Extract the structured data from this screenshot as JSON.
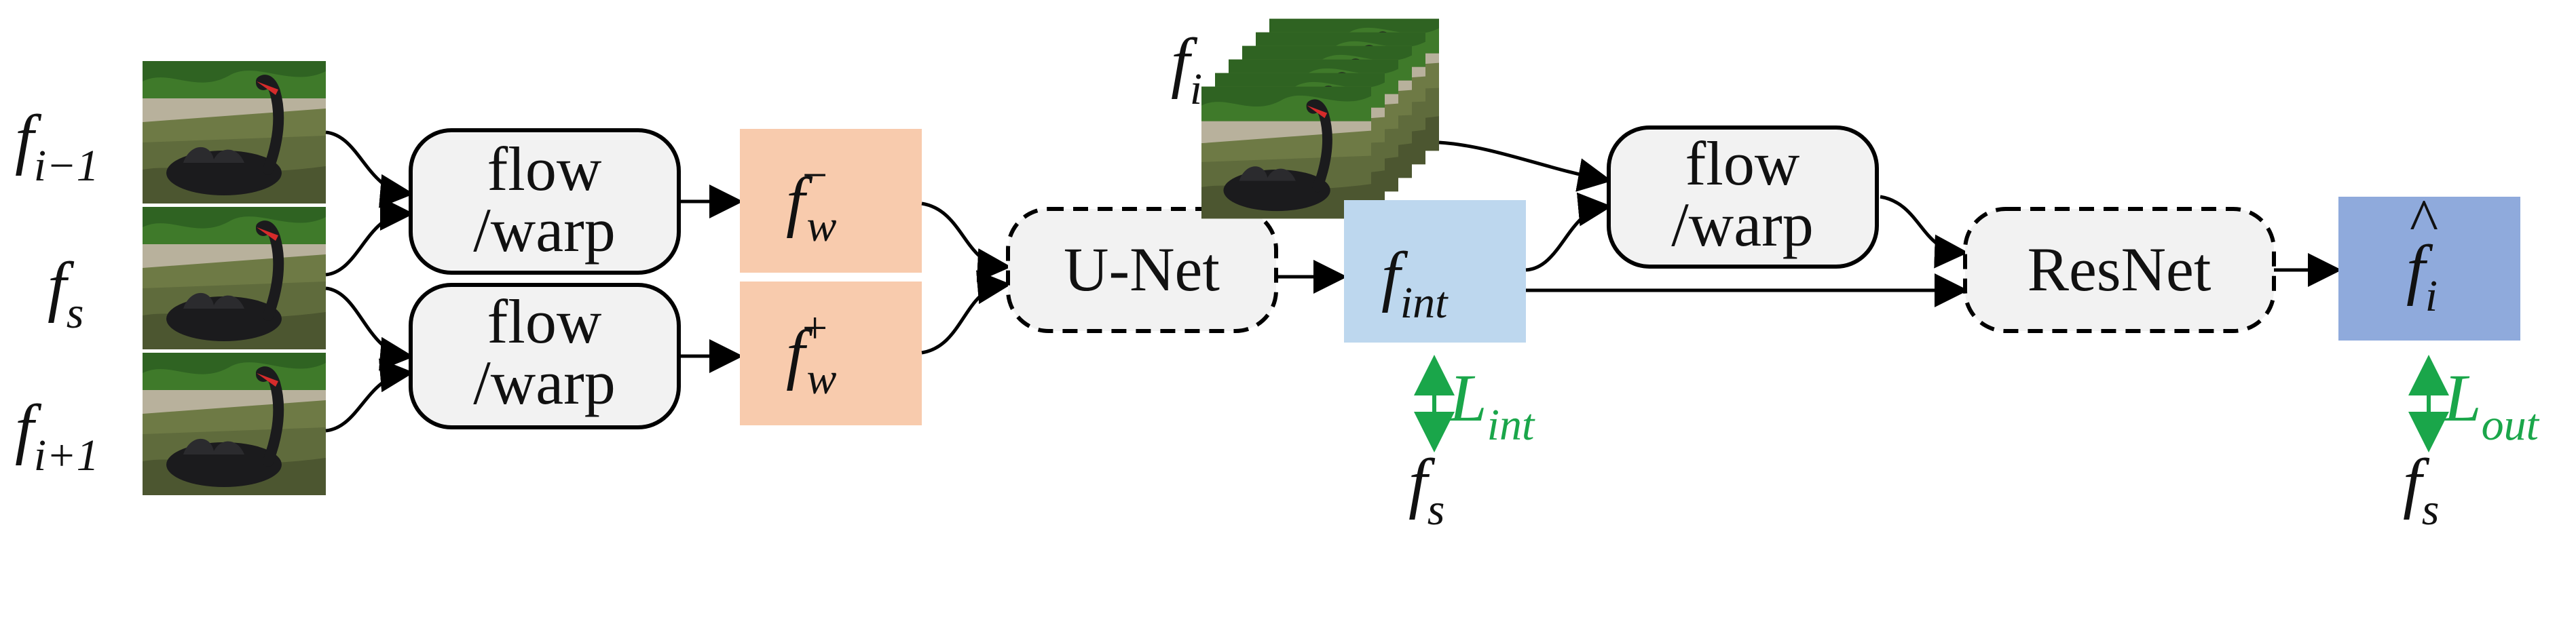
{
  "inputs": {
    "prev": {
      "base": "f",
      "sub": "i−1"
    },
    "cur": {
      "base": "f",
      "sub": "s"
    },
    "next": {
      "base": "f",
      "sub": "i+1"
    }
  },
  "flow_warp": {
    "line1": "flow",
    "line2": "/warp"
  },
  "warped": {
    "minus": {
      "base": "f",
      "sub": "w",
      "sup": "−"
    },
    "plus": {
      "base": "f",
      "sub": "w",
      "sup": "+"
    }
  },
  "unet": {
    "label": "U-Net"
  },
  "stack_label": {
    "base": "f",
    "sub": "i"
  },
  "intermediate": {
    "base": "f",
    "sub": "int"
  },
  "resnet": {
    "label": "ResNet"
  },
  "output": {
    "base": "f",
    "sub": "i",
    "hat": "^"
  },
  "losses": {
    "int": {
      "base": "L",
      "sub": "int"
    },
    "out": {
      "base": "L",
      "sub": "out"
    }
  },
  "targets": {
    "int": {
      "base": "f",
      "sub": "s"
    },
    "out": {
      "base": "f",
      "sub": "s"
    }
  },
  "colors": {
    "warped_fill": "#f8cbad",
    "intermediate_fill": "#bdd7ee",
    "output_fill": "#8faadc",
    "module_fill": "#f2f2f2",
    "loss_green": "#1aa64a",
    "photo_water": "#5f6b3c",
    "photo_foliage": "#3f7a2a",
    "swan_body": "#1b1b1d",
    "swan_beak": "#d62b2b"
  }
}
